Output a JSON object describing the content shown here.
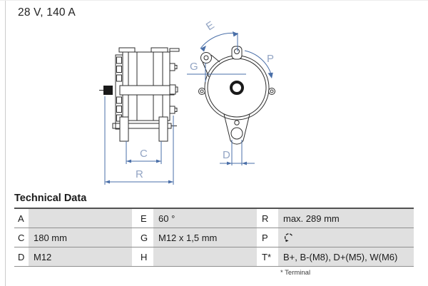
{
  "header": {
    "title": "28 V, 140 A"
  },
  "drawing": {
    "dimension_labels": {
      "E": "E",
      "G": "G",
      "P": "P",
      "D": "D",
      "C": "C",
      "R": "R"
    },
    "colors": {
      "drawing_line": "#2e2e2e",
      "dimension_line": "#4a6fa8",
      "dimension_label": "#93a5c4"
    }
  },
  "table": {
    "heading": "Technical Data",
    "footnote": "* Terminal",
    "rows": [
      [
        {
          "label": "A",
          "value": ""
        },
        {
          "label": "E",
          "value": "60 °"
        },
        {
          "label": "R",
          "value": "max. 289 mm"
        }
      ],
      [
        {
          "label": "C",
          "value": "180 mm"
        },
        {
          "label": "G",
          "value": "M12 x 1,5 mm"
        },
        {
          "label": "P",
          "value": "",
          "icon": "rotation-direction-icon"
        }
      ],
      [
        {
          "label": "D",
          "value": "M12"
        },
        {
          "label": "H",
          "value": ""
        },
        {
          "label": "T*",
          "value": "B+, B-(M8), D+(M5), W(M6)"
        }
      ]
    ]
  }
}
